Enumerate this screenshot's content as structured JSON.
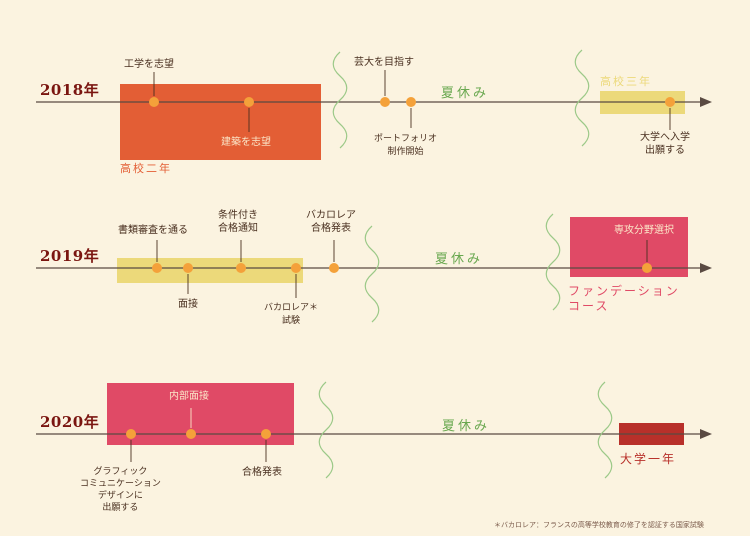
{
  "colors": {
    "red_orange": "#e35e35",
    "pink": "#e04a66",
    "yellow": "#ecd97a",
    "dark_red": "#b8302a",
    "dot": "#f4a13a",
    "green": "#6aa850",
    "year_text": "#7a1510"
  },
  "row2018": {
    "year": "2018年",
    "label_shigan": "工学を志望",
    "label_kenchiku": "建築を志望",
    "label_kokou2": "高校二年",
    "label_geidai": "芸大を目指す",
    "label_portfolio": [
      "ポートフォリオ",
      "制作開始"
    ],
    "label_summer": "夏休み",
    "label_kokou3": "高校三年",
    "label_shutsugan": [
      "大学へ入学",
      "出願する"
    ]
  },
  "row2019": {
    "year": "2019年",
    "label_shorui": "書類審査を通る",
    "label_mensetsu": "面接",
    "label_jouken": [
      "条件付き",
      "合格通知"
    ],
    "label_bacc_exam": [
      "バカロレア＊",
      "試験"
    ],
    "label_bacc_pass": [
      "バカロレア",
      "合格発表"
    ],
    "label_summer": "夏休み",
    "label_senkou": "専攻分野選択",
    "label_foundation": [
      "ファンデーション",
      "コース"
    ]
  },
  "row2020": {
    "year": "2020年",
    "label_naibu": "内部面接",
    "label_graphic": [
      "グラフィック",
      "コミュニケーション",
      "デザインに",
      "出願する"
    ],
    "label_goukaku": "合格発表",
    "label_summer": "夏休み",
    "label_daigaku1": "大学一年"
  },
  "footnote": "＊バカロレア：フランスの高等学校教育の修了を認証する国家試験"
}
